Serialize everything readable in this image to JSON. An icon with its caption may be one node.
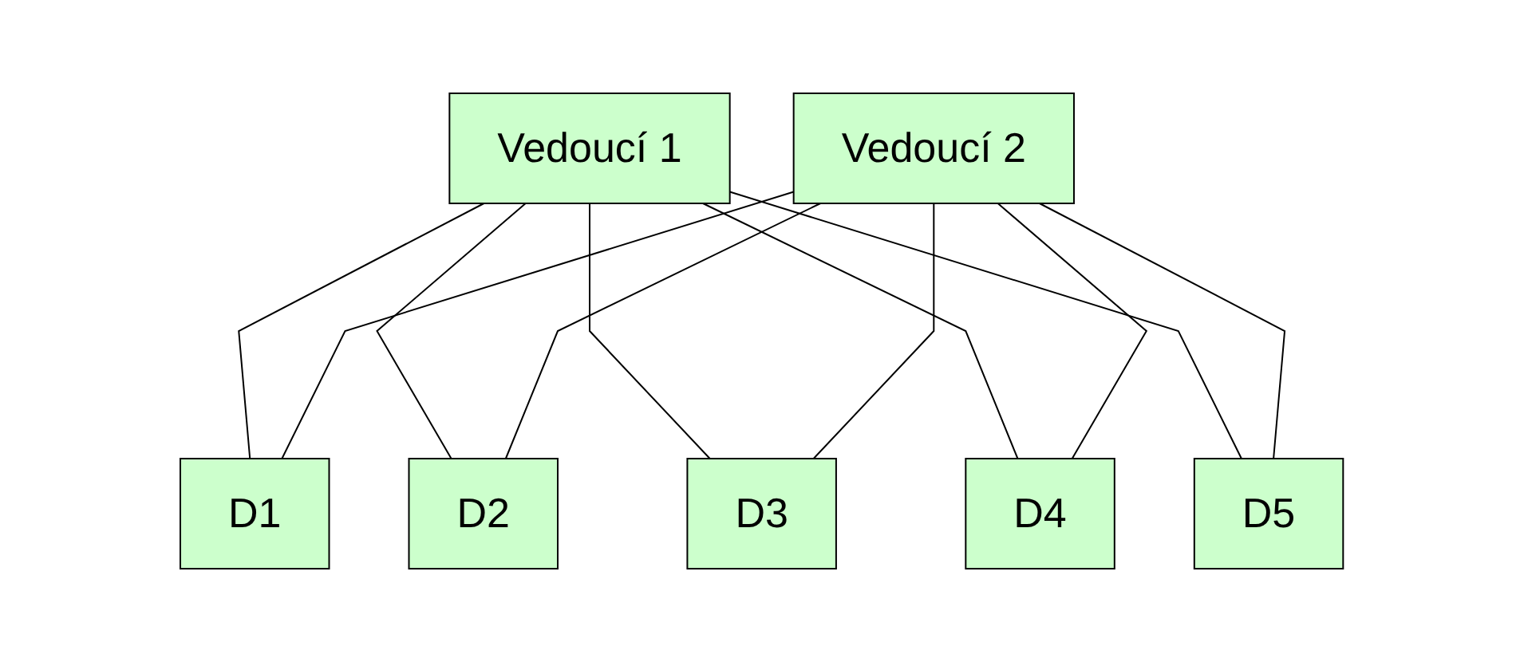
{
  "diagram": {
    "nodes": [
      {
        "text": [
          "Vedoucí 1"
        ]
      },
      {
        "text": [
          "Vedoucí 2"
        ]
      },
      {
        "text": [
          "D1"
        ]
      },
      {
        "text": [
          "D2"
        ]
      },
      {
        "text": [
          "D3"
        ]
      },
      {
        "text": [
          "D4"
        ]
      },
      {
        "text": [
          "D5"
        ]
      }
    ],
    "edges": [
      {
        "from": 0,
        "to": 2,
        "arrow": "none"
      },
      {
        "from": 0,
        "to": 3,
        "arrow": "none"
      },
      {
        "from": 0,
        "to": 4,
        "arrow": "none"
      },
      {
        "from": 0,
        "to": 5,
        "arrow": "none"
      },
      {
        "from": 0,
        "to": 6,
        "arrow": "none"
      },
      {
        "from": 1,
        "to": 2,
        "arrow": "none"
      },
      {
        "from": 1,
        "to": 3,
        "arrow": "none"
      },
      {
        "from": 1,
        "to": 4,
        "arrow": "none"
      },
      {
        "from": 1,
        "to": 5,
        "arrow": "none"
      },
      {
        "from": 1,
        "to": 6,
        "arrow": "none"
      }
    ]
  }
}
